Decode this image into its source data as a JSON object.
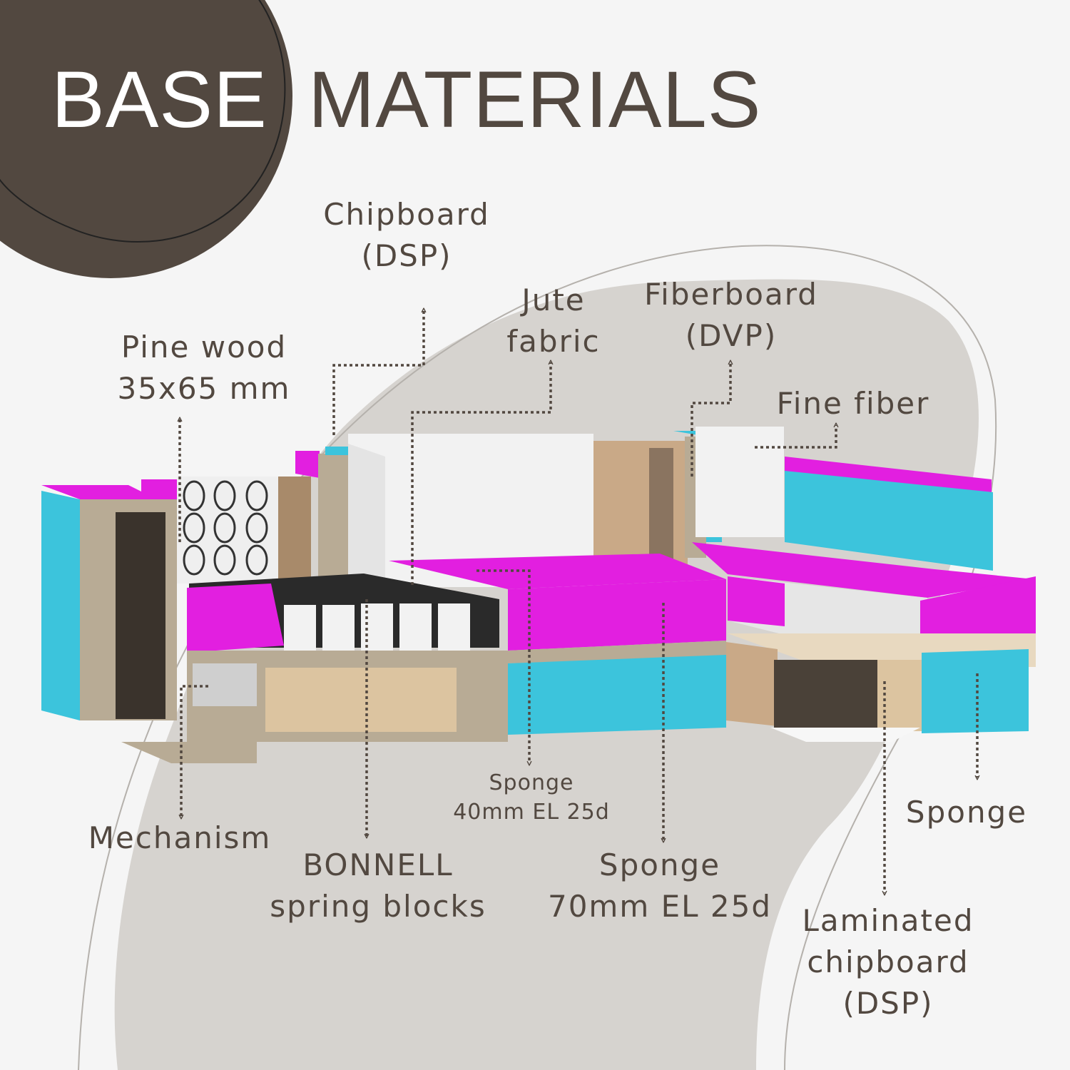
{
  "title": {
    "word1": "BASE",
    "word2": "MATERIALS"
  },
  "labels": {
    "chipboard": {
      "line1": "Chipboard",
      "line2": "(DSP)"
    },
    "jute": {
      "line1": "Jute",
      "line2": "fabric"
    },
    "fiberboard": {
      "line1": "Fiberboard",
      "line2": "(DVP)"
    },
    "pine": {
      "line1": "Pine wood",
      "line2": "35x65 mm"
    },
    "fine_fiber": {
      "line1": "Fine fiber"
    },
    "mechanism": {
      "line1": "Mechanism"
    },
    "bonnell": {
      "line1": "BONNELL",
      "line2": "spring blocks"
    },
    "sponge_40": {
      "line1": "Sponge",
      "line2": "40mm EL 25d"
    },
    "sponge_70": {
      "line1": "Sponge",
      "line2": "70mm EL 25d"
    },
    "sponge": {
      "line1": "Sponge"
    },
    "laminated": {
      "line1": "Laminated",
      "line2": "chipboard",
      "line3": "(DSP)"
    }
  },
  "colors": {
    "background": "#f5f5f5",
    "blob": "#d6d3cf",
    "title_circle": "#524840",
    "text": "#524840",
    "foam_magenta": "#e21fe0",
    "foam_cyan": "#3cc4dc",
    "chipboard": "#b8ab95",
    "wood": "#dcc4a0",
    "white_fiber": "#f2f2f2"
  }
}
